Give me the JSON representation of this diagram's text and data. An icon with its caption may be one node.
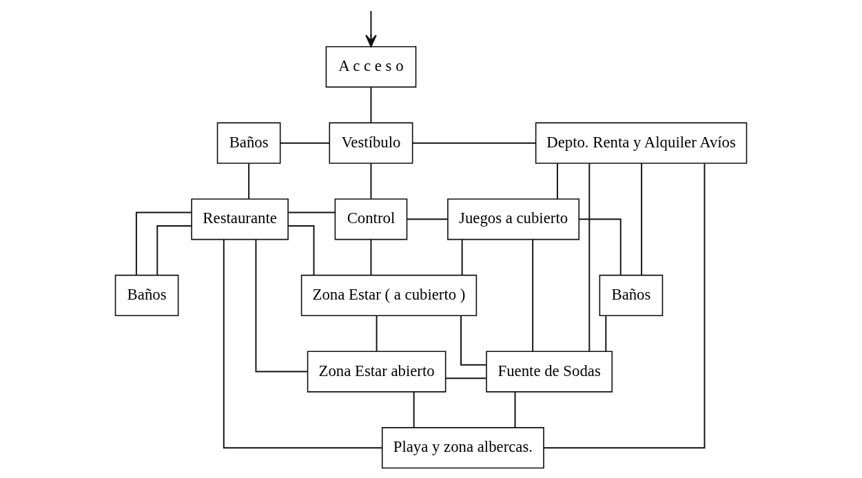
{
  "diagram": {
    "nodes": [
      {
        "text": [
          "A c c e s o"
        ]
      },
      {
        "text": [
          "Baños"
        ]
      },
      {
        "text": [
          "Vestíbulo"
        ]
      },
      {
        "text": [
          "Depto. Renta y Alquiler Avíos"
        ]
      },
      {
        "text": [
          "Restaurante"
        ]
      },
      {
        "text": [
          "Control"
        ]
      },
      {
        "text": [
          "Juegos a cubierto"
        ]
      },
      {
        "text": [
          "Baños"
        ]
      },
      {
        "text": [
          "Zona Estar ( a cubierto )"
        ]
      },
      {
        "text": [
          "Baños"
        ]
      },
      {
        "text": [
          "Zona Estar abierto"
        ]
      },
      {
        "text": [
          "Fuente de Sodas"
        ]
      },
      {
        "text": [
          "Playa y zona albercas."
        ]
      }
    ],
    "edges": [
      {
        "from": null,
        "to": 0,
        "arrow": "to"
      },
      {
        "from": 0,
        "to": 2,
        "arrow": "none"
      },
      {
        "from": 1,
        "to": 2,
        "arrow": "none"
      },
      {
        "from": 2,
        "to": 3,
        "arrow": "none"
      },
      {
        "from": 1,
        "to": 4,
        "arrow": "none"
      },
      {
        "from": 2,
        "to": 5,
        "arrow": "none"
      },
      {
        "from": 3,
        "to": 6,
        "arrow": "none"
      },
      {
        "from": 4,
        "to": 5,
        "arrow": "none"
      },
      {
        "from": 5,
        "to": 6,
        "arrow": "none"
      },
      {
        "from": 4,
        "to": 7,
        "arrow": "none"
      },
      {
        "from": 6,
        "to": 9,
        "arrow": "none"
      },
      {
        "from": 3,
        "to": 9,
        "arrow": "none"
      },
      {
        "from": 4,
        "to": 8,
        "arrow": "none"
      },
      {
        "from": 5,
        "to": 8,
        "arrow": "none"
      },
      {
        "from": 8,
        "to": 6,
        "arrow": "none"
      },
      {
        "from": 8,
        "to": 11,
        "arrow": "none"
      },
      {
        "from": 6,
        "to": 11,
        "arrow": "none"
      },
      {
        "from": 7,
        "to": 4,
        "arrow": "none"
      },
      {
        "from": 4,
        "to": 10,
        "arrow": "none"
      },
      {
        "from": 8,
        "to": 10,
        "arrow": "none"
      },
      {
        "from": 10,
        "to": 11,
        "arrow": "none"
      },
      {
        "from": 9,
        "to": 11,
        "arrow": "none"
      },
      {
        "from": 3,
        "to": 11,
        "arrow": "none"
      },
      {
        "from": 4,
        "to": 12,
        "arrow": "none"
      },
      {
        "from": 10,
        "to": 12,
        "arrow": "none"
      },
      {
        "from": 11,
        "to": 12,
        "arrow": "none"
      },
      {
        "from": 3,
        "to": 12,
        "arrow": "none"
      }
    ]
  }
}
